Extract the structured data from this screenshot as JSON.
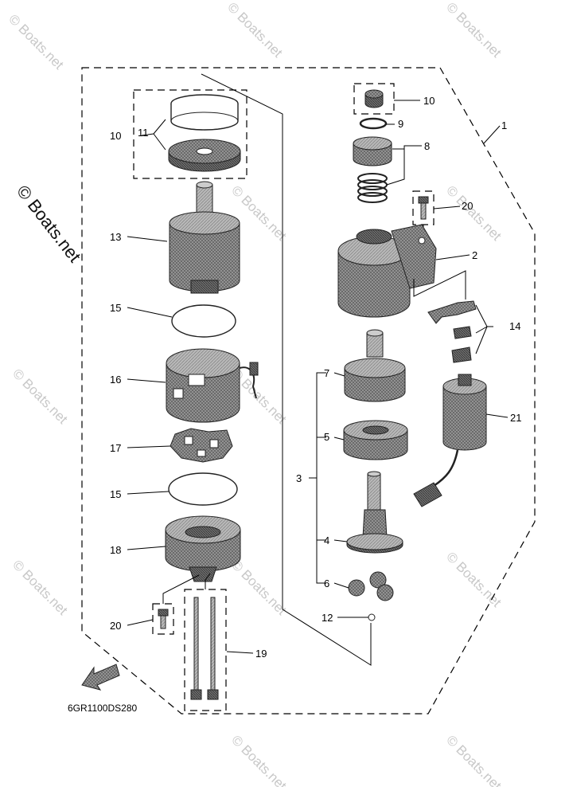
{
  "diagram": {
    "code": "6GR1100DS280",
    "watermark": "© Boats.net",
    "watermark_side": "© Boats.net",
    "callouts": {
      "c1": "1",
      "c2": "2",
      "c3": "3",
      "c4": "4",
      "c5": "5",
      "c6": "6",
      "c7": "7",
      "c8": "8",
      "c9": "9",
      "c10a": "10",
      "c10b": "10",
      "c11": "11",
      "c12": "12",
      "c13": "13",
      "c14": "14",
      "c15a": "15",
      "c15b": "15",
      "c16": "16",
      "c17": "17",
      "c18": "18",
      "c19": "19",
      "c20a": "20",
      "c20b": "20",
      "c21": "21"
    }
  }
}
